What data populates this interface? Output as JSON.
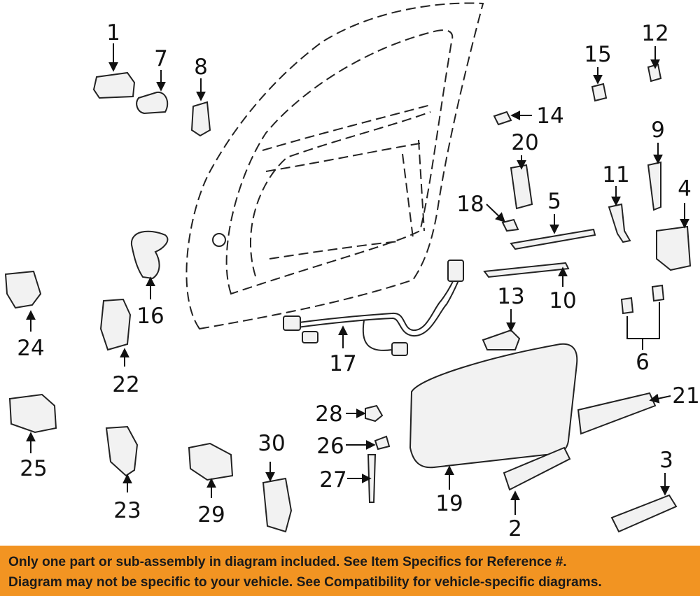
{
  "colors": {
    "background": "#ffffff",
    "line": "#222222",
    "part_fill": "#f2f2f2",
    "banner": "#f29422",
    "banner_text": "#1a1a1a"
  },
  "callouts": [
    {
      "id": "label-1",
      "text": "1"
    },
    {
      "id": "label-2",
      "text": "2"
    },
    {
      "id": "label-3",
      "text": "3"
    },
    {
      "id": "label-4",
      "text": "4"
    },
    {
      "id": "label-5",
      "text": "5"
    },
    {
      "id": "label-6",
      "text": "6"
    },
    {
      "id": "label-7",
      "text": "7"
    },
    {
      "id": "label-8",
      "text": "8"
    },
    {
      "id": "label-9",
      "text": "9"
    },
    {
      "id": "label-10",
      "text": "10"
    },
    {
      "id": "label-11",
      "text": "11"
    },
    {
      "id": "label-12",
      "text": "12"
    },
    {
      "id": "label-13",
      "text": "13"
    },
    {
      "id": "label-14",
      "text": "14"
    },
    {
      "id": "label-15",
      "text": "15"
    },
    {
      "id": "label-16",
      "text": "16"
    },
    {
      "id": "label-17",
      "text": "17"
    },
    {
      "id": "label-18",
      "text": "18"
    },
    {
      "id": "label-19",
      "text": "19"
    },
    {
      "id": "label-20",
      "text": "20"
    },
    {
      "id": "label-21",
      "text": "21"
    },
    {
      "id": "label-22",
      "text": "22"
    },
    {
      "id": "label-23",
      "text": "23"
    },
    {
      "id": "label-24",
      "text": "24"
    },
    {
      "id": "label-25",
      "text": "25"
    },
    {
      "id": "label-26",
      "text": "26"
    },
    {
      "id": "label-27",
      "text": "27"
    },
    {
      "id": "label-28",
      "text": "28"
    },
    {
      "id": "label-29",
      "text": "29"
    },
    {
      "id": "label-30",
      "text": "30"
    }
  ],
  "notice": {
    "line1": "Only one part or sub-assembly in diagram included. See Item Specifics for Reference #.",
    "line2": "Diagram may not be specific to your vehicle. See Compatibility for vehicle-specific diagrams."
  }
}
